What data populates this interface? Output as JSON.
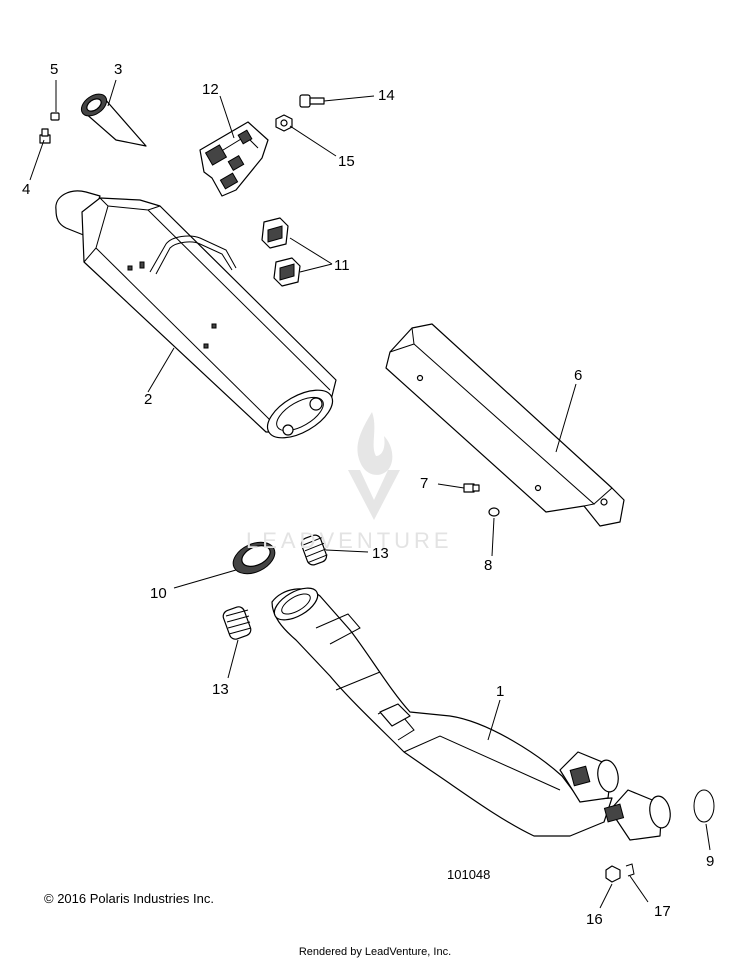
{
  "diagram": {
    "callouts": [
      {
        "id": "c1",
        "label": "1"
      },
      {
        "id": "c2",
        "label": "2"
      },
      {
        "id": "c3",
        "label": "3"
      },
      {
        "id": "c4",
        "label": "4"
      },
      {
        "id": "c5",
        "label": "5"
      },
      {
        "id": "c6",
        "label": "6"
      },
      {
        "id": "c7",
        "label": "7"
      },
      {
        "id": "c8",
        "label": "8"
      },
      {
        "id": "c9",
        "label": "9"
      },
      {
        "id": "c10",
        "label": "10"
      },
      {
        "id": "c11",
        "label": "11"
      },
      {
        "id": "c12",
        "label": "12"
      },
      {
        "id": "c13a",
        "label": "13"
      },
      {
        "id": "c13b",
        "label": "13"
      },
      {
        "id": "c14",
        "label": "14"
      },
      {
        "id": "c15",
        "label": "15"
      },
      {
        "id": "c16",
        "label": "16"
      },
      {
        "id": "c17",
        "label": "17"
      }
    ],
    "drawing_number": "101048",
    "copyright": "© 2016 Polaris Industries Inc.",
    "watermark": "LEADVENTURE",
    "footer": "Rendered by LeadVenture, Inc."
  }
}
